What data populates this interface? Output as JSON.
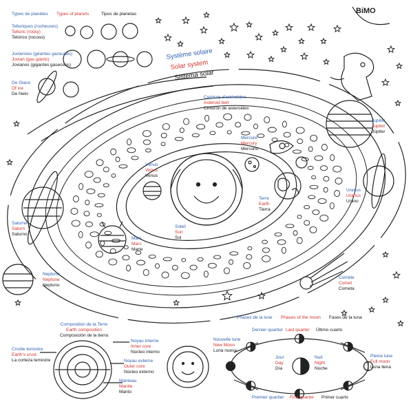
{
  "logo": "BiMO",
  "legend": {
    "headers": {
      "fr": "Types de planètes",
      "en": "Types of planets",
      "es": "Tipos de planetas"
    },
    "telluric": {
      "fr": "Telluriques (rocheuses)",
      "en": "Telluric (rocky)",
      "es": "Telúrico (rocoso)"
    },
    "jovian": {
      "fr": "Joviennes (géantes gazeuses)",
      "en": "Jovian (gas giants)",
      "es": "Jovianos (gigantes gaseosos)"
    },
    "ice": {
      "fr": "De Glace",
      "en": "Of ice",
      "es": "De hielo"
    }
  },
  "title": {
    "fr": "Système solaire",
    "en": "Solar system",
    "es": "Sistema solar"
  },
  "labels": {
    "asteroid_belt": {
      "fr": "Ceinture d'astéroïdes",
      "en": "Asteroid belt",
      "es": "Cinturón de asteroides"
    },
    "mercury": {
      "fr": "Mercure",
      "en": "Mercury",
      "es": "Mercurio"
    },
    "venus": {
      "fr": "Vénus",
      "en": "Venus",
      "es": "Venus"
    },
    "earth": {
      "fr": "Terre",
      "en": "Earth",
      "es": "Tierra"
    },
    "sun": {
      "fr": "Soleil",
      "en": "Sun",
      "es": "Sol"
    },
    "mars": {
      "fr": "Mars",
      "en": "Mars",
      "es": "Marte"
    },
    "jupiter": {
      "fr": "Jupiter",
      "en": "Jupiter",
      "es": "Júpiter"
    },
    "saturn": {
      "fr": "Saturne",
      "en": "Saturn",
      "es": "Saturno"
    },
    "uranus": {
      "fr": "Uranus",
      "en": "Uranus",
      "es": "Urano"
    },
    "neptune": {
      "fr": "Neptune",
      "en": "Neptune",
      "es": "Neptuno"
    },
    "comet": {
      "fr": "Comète",
      "en": "Comet",
      "es": "Cometa"
    }
  },
  "earth_comp": {
    "title": {
      "fr": "Composition de la Terre",
      "en": "Earth composition",
      "es": "Composición de la tierra"
    },
    "inner_core": {
      "fr": "Noyau interne",
      "en": "Inner core",
      "es": "Núcleo interno"
    },
    "outer_core": {
      "fr": "Noyau externe",
      "en": "Outer core",
      "es": "Núcleo externo"
    },
    "mantle": {
      "fr": "Manteau",
      "en": "Mantle",
      "es": "Manto"
    },
    "crust": {
      "fr": "Croûte terrestre",
      "en": "Earth's crust",
      "es": "La corteza terrestre"
    }
  },
  "moon": {
    "title": {
      "fr": "Phases de la lune",
      "en": "Phases of the moon",
      "es": "Fases de la luna"
    },
    "new_moon": {
      "fr": "Nouvelle lune",
      "en": "New Moon",
      "es": "Luna nueva"
    },
    "last_quarter": {
      "fr": "Dernier quartier",
      "en": "Last quarter",
      "es": "Último cuarto"
    },
    "full_moon": {
      "fr": "Pleine lune",
      "en": "Full moon",
      "es": "Luna llena"
    },
    "first_quarter": {
      "fr": "Premier quartier",
      "en": "First quarter",
      "es": "Primer cuarto"
    },
    "day": {
      "fr": "Jour",
      "en": "Day",
      "es": "Día"
    },
    "night": {
      "fr": "Nuit",
      "en": "Night",
      "es": "Noche"
    }
  }
}
